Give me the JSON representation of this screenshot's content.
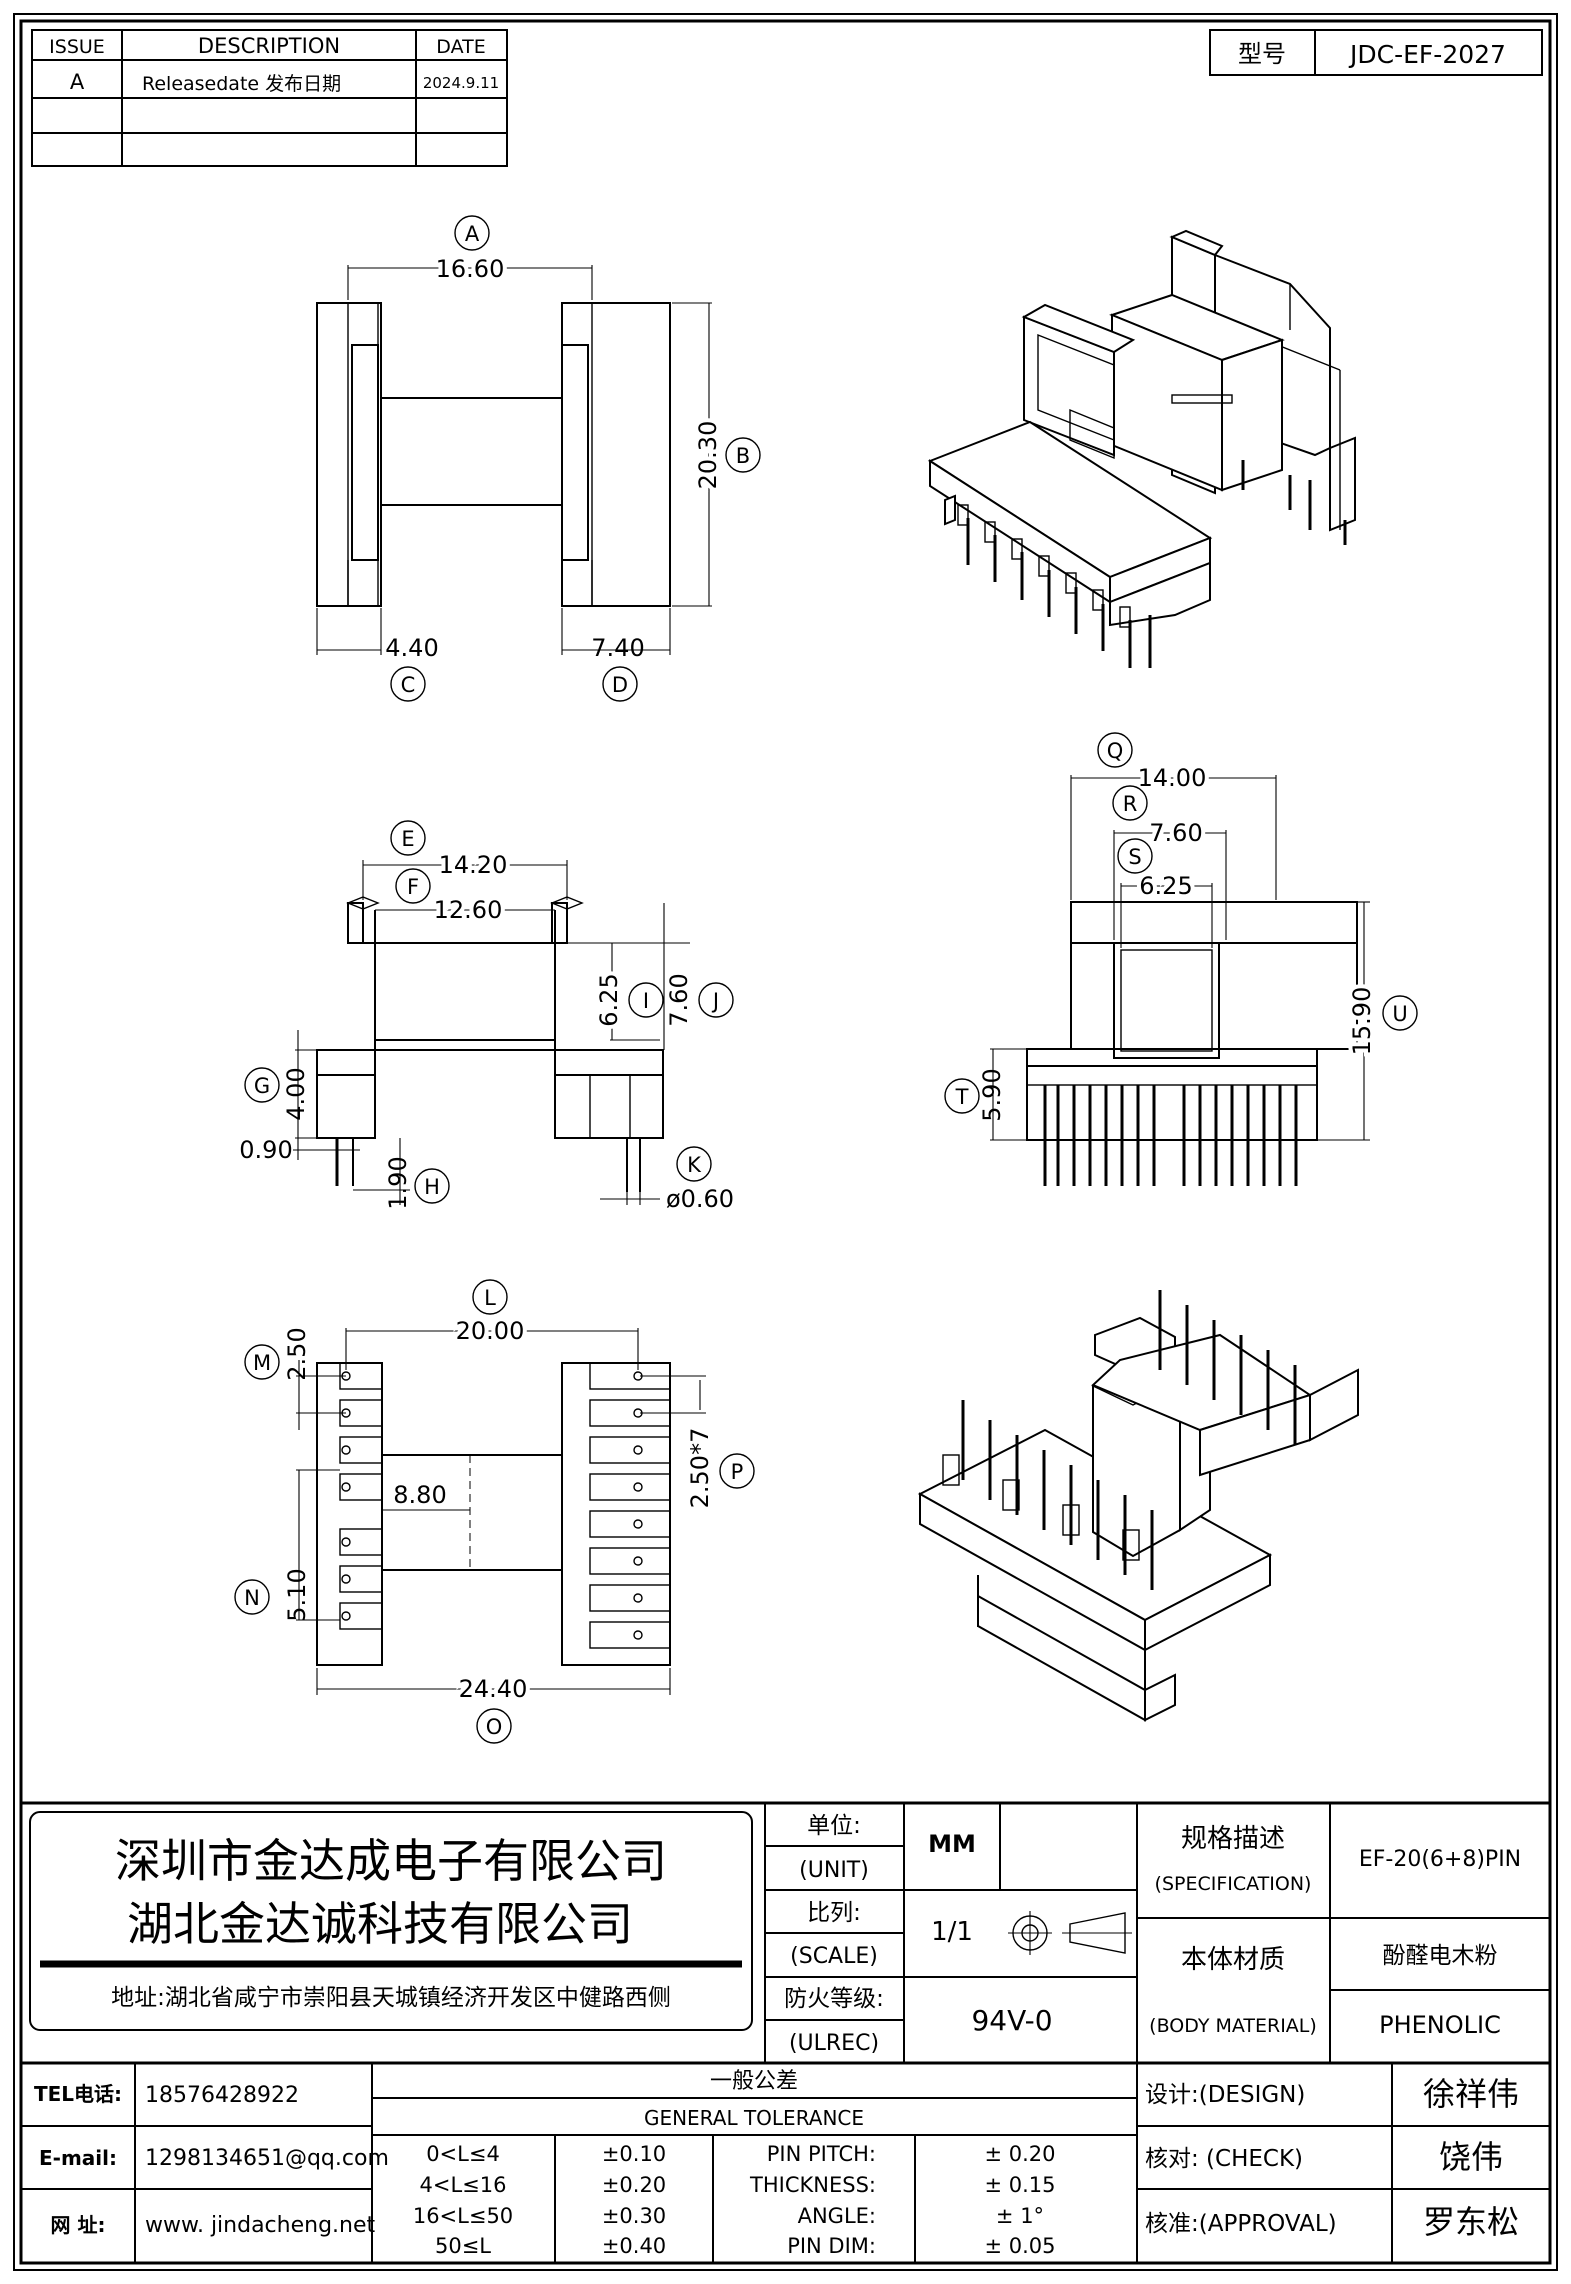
{
  "revision": {
    "headers": [
      "ISSUE",
      "DESCRIPTION",
      "DATE"
    ],
    "rows": [
      [
        "A",
        "Releasedate 发布日期",
        "2024.9.11"
      ],
      [
        "",
        "",
        ""
      ],
      [
        "",
        "",
        ""
      ]
    ]
  },
  "model": {
    "label": "型号",
    "value": "JDC-EF-2027"
  },
  "dimensions": {
    "A": "16.60",
    "B": "20.30",
    "C": "4.40",
    "D": "7.40",
    "E": "14.20",
    "F": "12.60",
    "G": "4.00",
    "G2": "0.90",
    "H": "1.90",
    "I": "6.25",
    "J": "7.60",
    "K": "ø0.60",
    "Q": "14.00",
    "R": "7.60",
    "S": "6.25",
    "T": "5.90",
    "U": "15.90",
    "L": "20.00",
    "M": "2.50",
    "N": "5.10",
    "O": "24.40",
    "P": "2.50*7",
    "span": "8.80"
  },
  "company": {
    "name1": "深圳市金达成电子有限公司",
    "name2": "湖北金达诚科技有限公司",
    "address": "地址:湖北省咸宁市崇阳县天城镇经济开发区中健路西侧"
  },
  "contact": {
    "tel_label": "TEL电话:",
    "tel": "18576428922",
    "email_label": "E-mail:",
    "email": "1298134651@qq.com",
    "web_label": "网  址:",
    "web": "www. jindacheng.net"
  },
  "spec": {
    "unit_label": "单位:",
    "unit_label_en": "(UNIT)",
    "unit_value": "MM",
    "scale_label": "比列:",
    "scale_label_en": "(SCALE)",
    "scale_value": "1/1",
    "fire_label": "防火等级:",
    "fire_label_en": "(ULREC)",
    "fire_value": "94V-0",
    "spec_label": "规格描述",
    "spec_label_en": "(SPECIFICATION)",
    "spec_value": "EF-20(6+8)PIN",
    "material_label": "本体材质",
    "material_label_en": "(BODY MATERIAL)",
    "material_cn": "酚醛电木粉",
    "material_en": "PHENOLIC"
  },
  "tolerance": {
    "title_cn": "一般公差",
    "title_en": "GENERAL TOLERANCE",
    "ranges": [
      {
        "range": "0<L≤4",
        "tol": "±0.10"
      },
      {
        "range": "4<L≤16",
        "tol": "±0.20"
      },
      {
        "range": "16<L≤50",
        "tol": "±0.30"
      },
      {
        "range": "50≤L",
        "tol": "±0.40"
      }
    ],
    "specials": [
      {
        "name": "PIN PITCH:",
        "tol": "±  0.20"
      },
      {
        "name": "THICKNESS:",
        "tol": "±  0.15"
      },
      {
        "name": "ANGLE:",
        "tol": "±  1°"
      },
      {
        "name": "PIN DIM:",
        "tol": "±  0.05"
      }
    ]
  },
  "signatures": [
    {
      "role": "设计:(DESIGN)",
      "name": "徐祥伟"
    },
    {
      "role": "核对: (CHECK)",
      "name": "饶伟"
    },
    {
      "role": "核准:(APPROVAL)",
      "name": "罗东松"
    }
  ]
}
